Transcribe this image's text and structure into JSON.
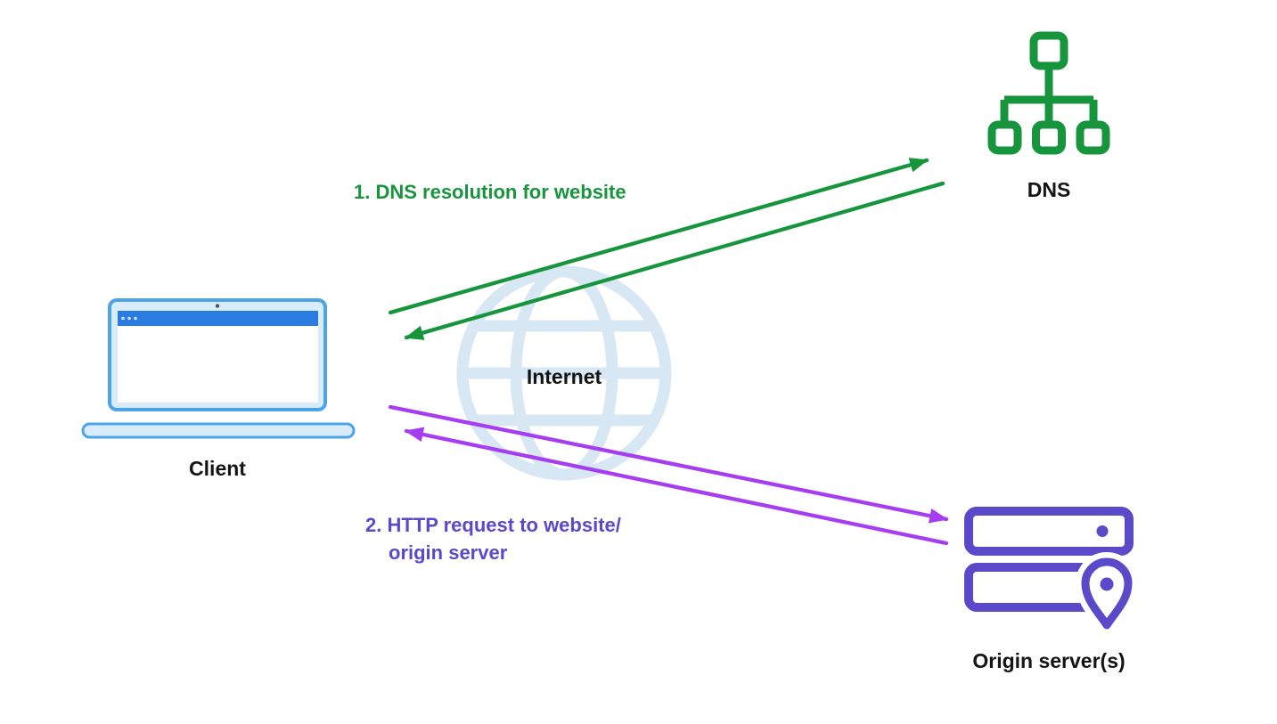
{
  "labels": {
    "client": "Client",
    "dns": "DNS",
    "internet": "Internet",
    "origin": "Origin server(s)"
  },
  "annotations": {
    "step1": "1. DNS resolution for website",
    "step2_line1": "2. HTTP request to website/",
    "step2_line2": "origin server"
  },
  "icons": {
    "client": "laptop-icon",
    "dns": "dns-tree-icon",
    "internet": "globe-icon",
    "origin": "server-stack-with-location-pin-icon"
  },
  "colors": {
    "green": "#17953d",
    "purple_arrow": "#a63df2",
    "purple_dark": "#5a49c8",
    "laptop_blue": "#4da3e8",
    "laptop_fill": "#d9ecfb",
    "titlebar_blue": "#2b7ce0",
    "globe": "#d7e7f3",
    "text": "#141414"
  }
}
